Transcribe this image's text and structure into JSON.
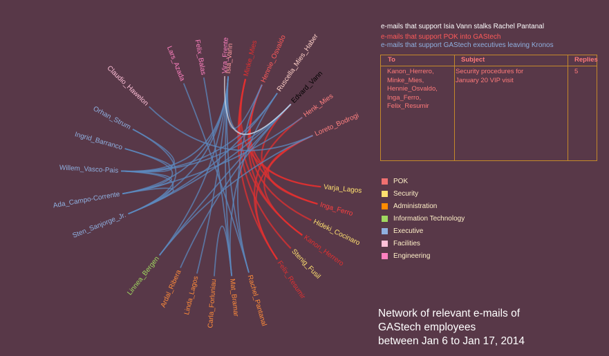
{
  "legend": {
    "lines": [
      {
        "text": "e-mails that support Isia Vann stalks Rachel Pantanal",
        "color": "#ffffff"
      },
      {
        "text": "e-mails that support POK into GAStech",
        "color": "#ff5a5a"
      },
      {
        "text": "e-mails that support GAStech executives leaving Kronos",
        "color": "#8fb0e0"
      }
    ]
  },
  "table": {
    "headers": [
      "To",
      "Subject",
      "Replies"
    ],
    "rows": [
      {
        "to": [
          "Kanon_Herrero,",
          "Minke_Mies,",
          "Hennie_Osvaldo,",
          "Inga_Ferro,",
          "Felix_Resumir"
        ],
        "subject": [
          "Security procedures for",
          "January 20 VIP visit"
        ],
        "replies": "5"
      }
    ]
  },
  "departments": [
    {
      "name": "POK",
      "color": "#f07070"
    },
    {
      "name": "Security",
      "color": "#ffe070"
    },
    {
      "name": "Administration",
      "color": "#ff8c00"
    },
    {
      "name": "Information Technology",
      "color": "#a0d860"
    },
    {
      "name": "Executive",
      "color": "#8fb0e0"
    },
    {
      "name": "Facilities",
      "color": "#ffc0d8"
    },
    {
      "name": "Engineering",
      "color": "#ff80c0"
    }
  ],
  "title_lines": [
    "Network of relevant e-mails of",
    "GAStech employees",
    "between Jan 6 to Jan 17, 2014"
  ],
  "chart_data": {
    "type": "chord",
    "nodes": [
      {
        "name": "Isia_Vann",
        "dept": "Security",
        "color": "#ff9aa0"
      },
      {
        "name": "Minke_Mies",
        "dept": "POK",
        "color": "#e03030"
      },
      {
        "name": "Hennie_Osvaldo",
        "dept": "POK",
        "color": "#ff5a5a"
      },
      {
        "name": "Ruscella_Mies_Haber",
        "dept": "Executive",
        "color": "#ffd0c8"
      },
      {
        "name": "Edvard_Vann",
        "dept": "Security",
        "color": "#000000"
      },
      {
        "name": "Henk_Mies",
        "dept": "Security",
        "color": "#ff8080"
      },
      {
        "name": "Loreto_Bodrogi",
        "dept": "Security",
        "color": "#ff8080"
      },
      {
        "name": "Varja_Lagos",
        "dept": "Security",
        "color": "#ffe070"
      },
      {
        "name": "Inga_Ferro",
        "dept": "POK",
        "color": "#ff4040"
      },
      {
        "name": "Hideki_Cocinaro",
        "dept": "Security",
        "color": "#ffe070"
      },
      {
        "name": "Kanon_Herrero",
        "dept": "POK",
        "color": "#e03030"
      },
      {
        "name": "Stenig_Fusil",
        "dept": "Security",
        "color": "#ffe070"
      },
      {
        "name": "Felix_Resumir",
        "dept": "POK",
        "color": "#e03030"
      },
      {
        "name": "Rachel_Pantanal",
        "dept": "Administration",
        "color": "#ff8c3a"
      },
      {
        "name": "Mat_Bramar",
        "dept": "Administration",
        "color": "#ff8c3a"
      },
      {
        "name": "Carla_Forluniau",
        "dept": "Administration",
        "color": "#ff8c3a"
      },
      {
        "name": "Linda_Lagos",
        "dept": "Administration",
        "color": "#ff8c3a"
      },
      {
        "name": "Ardal_Ribera",
        "dept": "Administration",
        "color": "#ff8c3a"
      },
      {
        "name": "Linnea_Bergen",
        "dept": "Information Technology",
        "color": "#a0d860"
      },
      {
        "name": "Sten_Sanjorge_Jr.",
        "dept": "Executive",
        "color": "#8fb0e0"
      },
      {
        "name": "Ada_Campo-Corrente",
        "dept": "Executive",
        "color": "#8fb0e0"
      },
      {
        "name": "Willem_Vasco-Pais",
        "dept": "Executive",
        "color": "#8fb0e0"
      },
      {
        "name": "Ingrid_Barranco",
        "dept": "Executive",
        "color": "#8fb0e0"
      },
      {
        "name": "Orhan_Strum",
        "dept": "Executive",
        "color": "#8fb0e0"
      },
      {
        "name": "Claudio_Hawelon",
        "dept": "Facilities",
        "color": "#ffc0d8"
      },
      {
        "name": "Lars_Azada",
        "dept": "Engineering",
        "color": "#ff80c0"
      },
      {
        "name": "Felix_Balas",
        "dept": "Engineering",
        "color": "#ff80c0"
      },
      {
        "name": "Vira_Frente",
        "dept": "Engineering",
        "color": "#ff80c0"
      }
    ],
    "links": [
      {
        "source": "Minke_Mies",
        "target": "Kanon_Herrero",
        "group": "POK"
      },
      {
        "source": "Minke_Mies",
        "target": "Felix_Resumir",
        "group": "POK"
      },
      {
        "source": "Hennie_Osvaldo",
        "target": "Inga_Ferro",
        "group": "POK"
      },
      {
        "source": "Hennie_Osvaldo",
        "target": "Kanon_Herrero",
        "group": "POK"
      },
      {
        "source": "Edvard_Vann",
        "target": "Inga_Ferro",
        "group": "POK"
      },
      {
        "source": "Henk_Mies",
        "target": "Felix_Resumir",
        "group": "POK"
      },
      {
        "source": "Loreto_Bodrogi",
        "target": "Inga_Ferro",
        "group": "POK"
      },
      {
        "source": "Loreto_Bodrogi",
        "target": "Kanon_Herrero",
        "group": "POK"
      },
      {
        "source": "Loreto_Bodrogi",
        "target": "Felix_Resumir",
        "group": "POK"
      },
      {
        "source": "Varja_Lagos",
        "target": "Hennie_Osvaldo",
        "group": "POK"
      },
      {
        "source": "Varja_Lagos",
        "target": "Minke_Mies",
        "group": "POK"
      },
      {
        "source": "Stenig_Fusil",
        "target": "Minke_Mies",
        "group": "POK"
      },
      {
        "source": "Hideki_Cocinaro",
        "target": "Hennie_Osvaldo",
        "group": "POK"
      },
      {
        "source": "Isia_Vann",
        "target": "Sten_Sanjorge_Jr.",
        "group": "Executive"
      },
      {
        "source": "Isia_Vann",
        "target": "Ada_Campo-Corrente",
        "group": "Executive"
      },
      {
        "source": "Isia_Vann",
        "target": "Willem_Vasco-Pais",
        "group": "Executive"
      },
      {
        "source": "Isia_Vann",
        "target": "Linnea_Bergen",
        "group": "Executive"
      },
      {
        "source": "Isia_Vann",
        "target": "Mat_Bramar",
        "group": "Executive"
      },
      {
        "source": "Isia_Vann",
        "target": "Rachel_Pantanal",
        "group": "Executive"
      },
      {
        "source": "Isia_Vann",
        "target": "Hennie_Osvaldo",
        "group": "Executive"
      },
      {
        "source": "Isia_Vann",
        "target": "Edvard_Vann",
        "group": "Executive"
      },
      {
        "source": "Ruscella_Mies_Haber",
        "target": "Sten_Sanjorge_Jr.",
        "group": "Executive"
      },
      {
        "source": "Ruscella_Mies_Haber",
        "target": "Willem_Vasco-Pais",
        "group": "Executive"
      },
      {
        "source": "Ruscella_Mies_Haber",
        "target": "Mat_Bramar",
        "group": "Executive"
      },
      {
        "source": "Edvard_Vann",
        "target": "Sten_Sanjorge_Jr.",
        "group": "Executive"
      },
      {
        "source": "Edvard_Vann",
        "target": "Linnea_Bergen",
        "group": "Executive"
      },
      {
        "source": "Edvard_Vann",
        "target": "Willem_Vasco-Pais",
        "group": "Executive"
      },
      {
        "source": "Henk_Mies",
        "target": "Ada_Campo-Corrente",
        "group": "Executive"
      },
      {
        "source": "Loreto_Bodrogi",
        "target": "Linnea_Bergen",
        "group": "Executive"
      },
      {
        "source": "Hennie_Osvaldo",
        "target": "Rachel_Pantanal",
        "group": "Executive"
      },
      {
        "source": "Ingrid_Barranco",
        "target": "Ada_Campo-Corrente",
        "group": "Executive"
      },
      {
        "source": "Ingrid_Barranco",
        "target": "Willem_Vasco-Pais",
        "group": "Executive"
      },
      {
        "source": "Orhan_Strum",
        "target": "Sten_Sanjorge_Jr.",
        "group": "Executive"
      },
      {
        "source": "Orhan_Strum",
        "target": "Willem_Vasco-Pais",
        "group": "Executive"
      },
      {
        "source": "Sten_Sanjorge_Jr.",
        "target": "Willem_Vasco-Pais",
        "group": "Executive"
      },
      {
        "source": "Sten_Sanjorge_Jr.",
        "target": "Ada_Campo-Corrente",
        "group": "Executive"
      },
      {
        "source": "Ada_Campo-Corrente",
        "target": "Willem_Vasco-Pais",
        "group": "Executive"
      },
      {
        "source": "Linda_Lagos",
        "target": "Isia_Vann",
        "group": "Executive"
      },
      {
        "source": "Ardal_Ribera",
        "target": "Edvard_Vann",
        "group": "Executive"
      },
      {
        "source": "Felix_Balas",
        "target": "Mat_Bramar",
        "group": "Executive"
      },
      {
        "source": "Lars_Azada",
        "target": "Rachel_Pantanal",
        "group": "Executive"
      },
      {
        "source": "Claudio_Hawelon",
        "target": "Loreto_Bodrogi",
        "group": "Executive"
      },
      {
        "source": "Carla_Forluniau",
        "target": "Mat_Bramar",
        "group": "Executive"
      },
      {
        "source": "Vira_Frente",
        "target": "Edvard_Vann",
        "group": "Stalking"
      }
    ]
  }
}
